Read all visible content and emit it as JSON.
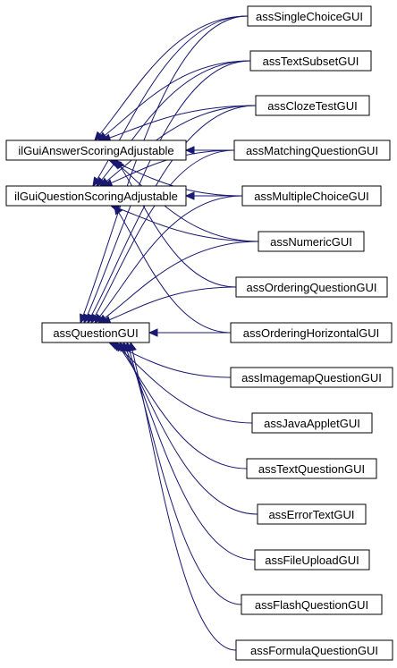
{
  "classes": {
    "il_gui_answer": "ilGuiAnswerScoringAdjustable",
    "il_gui_question": "ilGuiQuestionScoringAdjustable",
    "ass_question_gui": "assQuestionGUI",
    "single_choice": "assSingleChoiceGUI",
    "text_subset": "assTextSubsetGUI",
    "cloze_test": "assClozeTestGUI",
    "matching": "assMatchingQuestionGUI",
    "multiple_choice": "assMultipleChoiceGUI",
    "numeric": "assNumericGUI",
    "ordering": "assOrderingQuestionGUI",
    "ordering_horizontal": "assOrderingHorizontalGUI",
    "imagemap": "assImagemapQuestionGUI",
    "java_applet": "assJavaAppletGUI",
    "text_question": "assTextQuestionGUI",
    "error_text": "assErrorTextGUI",
    "file_upload": "assFileUploadGUI",
    "flash": "assFlashQuestionGUI",
    "formula": "assFormulaQuestionGUI"
  },
  "colors": {
    "edge": "#191970",
    "node_border": "#000000",
    "background": "#ffffff"
  },
  "edges": [
    [
      "single_choice",
      "il_gui_answer"
    ],
    [
      "text_subset",
      "il_gui_answer"
    ],
    [
      "cloze_test",
      "il_gui_answer"
    ],
    [
      "matching",
      "il_gui_answer"
    ],
    [
      "multiple_choice",
      "il_gui_answer"
    ],
    [
      "numeric",
      "il_gui_answer"
    ],
    [
      "ordering",
      "il_gui_answer"
    ],
    [
      "single_choice",
      "il_gui_question"
    ],
    [
      "text_subset",
      "il_gui_question"
    ],
    [
      "cloze_test",
      "il_gui_question"
    ],
    [
      "matching",
      "il_gui_question"
    ],
    [
      "multiple_choice",
      "il_gui_question"
    ],
    [
      "numeric",
      "il_gui_question"
    ],
    [
      "ordering_horizontal",
      "il_gui_question"
    ],
    [
      "single_choice",
      "ass_question_gui"
    ],
    [
      "text_subset",
      "ass_question_gui"
    ],
    [
      "cloze_test",
      "ass_question_gui"
    ],
    [
      "matching",
      "ass_question_gui"
    ],
    [
      "multiple_choice",
      "ass_question_gui"
    ],
    [
      "numeric",
      "ass_question_gui"
    ],
    [
      "ordering",
      "ass_question_gui"
    ],
    [
      "ordering_horizontal",
      "ass_question_gui"
    ],
    [
      "imagemap",
      "ass_question_gui"
    ],
    [
      "java_applet",
      "ass_question_gui"
    ],
    [
      "text_question",
      "ass_question_gui"
    ],
    [
      "error_text",
      "ass_question_gui"
    ],
    [
      "file_upload",
      "ass_question_gui"
    ],
    [
      "flash",
      "ass_question_gui"
    ],
    [
      "formula",
      "ass_question_gui"
    ]
  ]
}
